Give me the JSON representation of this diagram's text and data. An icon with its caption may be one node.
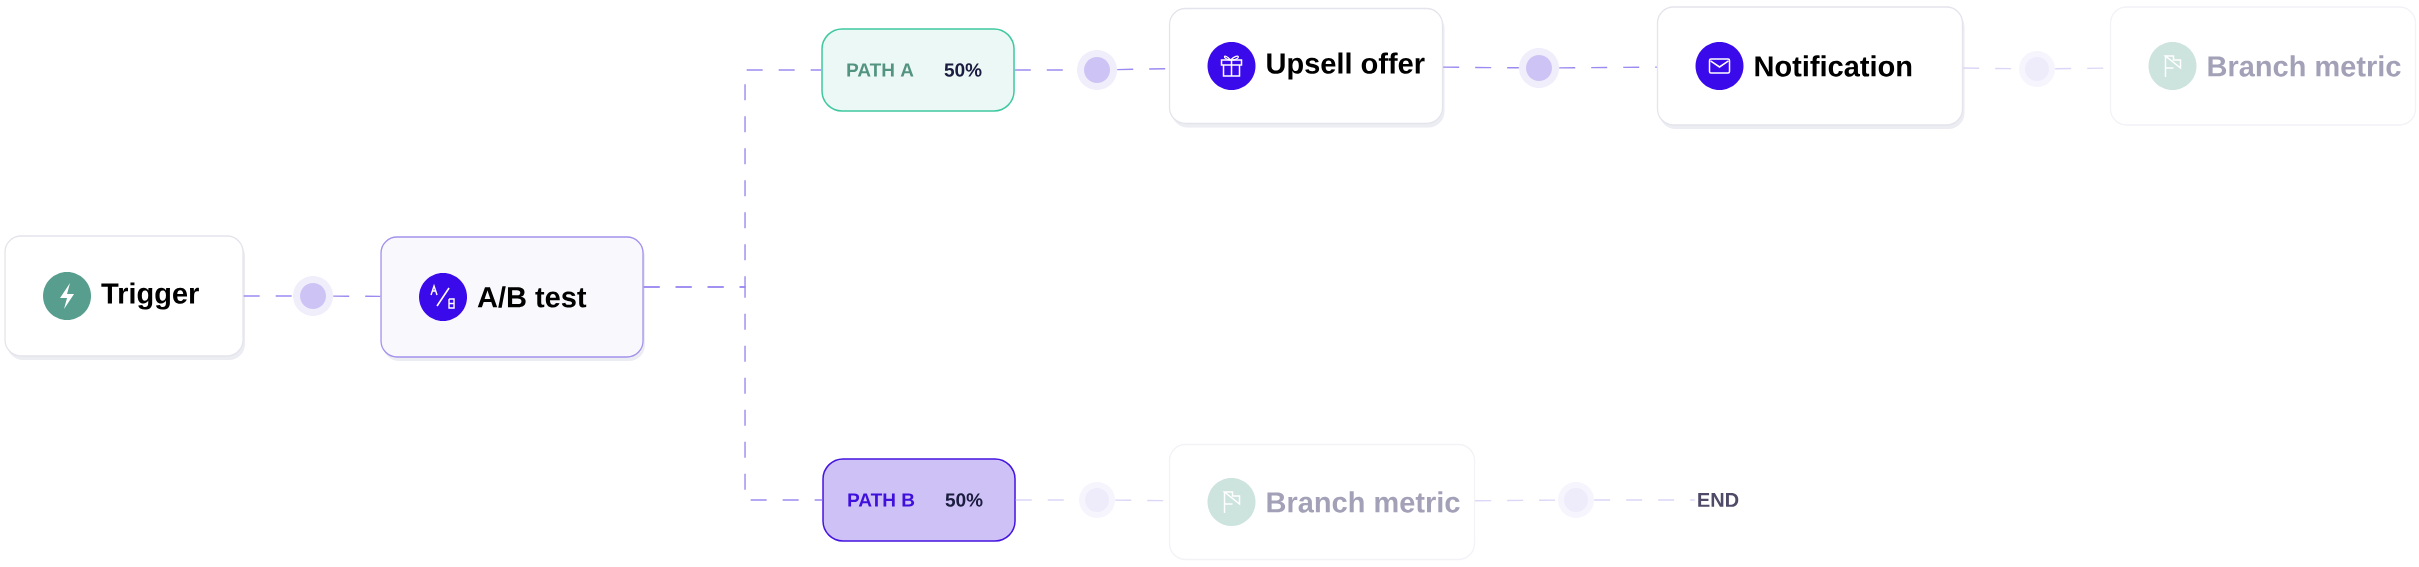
{
  "diagram": {
    "nodes": [
      {
        "text": [
          "Trigger"
        ]
      },
      {
        "text": [],
        "shape": "circle"
      },
      {
        "text": [
          "A/B test"
        ]
      },
      {
        "text": [
          "PATH A",
          "50%"
        ]
      },
      {
        "text": [],
        "shape": "circle"
      },
      {
        "text": [
          "Upsell offer"
        ]
      },
      {
        "text": [],
        "shape": "circle"
      },
      {
        "text": [
          "Notification"
        ]
      },
      {
        "text": [],
        "shape": "circle"
      },
      {
        "text": [
          "Branch metric"
        ]
      },
      {
        "text": [
          "PATH B",
          "50%"
        ]
      },
      {
        "text": [],
        "shape": "circle"
      },
      {
        "text": [
          "Branch metric"
        ]
      },
      {
        "text": [],
        "shape": "circle"
      },
      {
        "text": [
          "END"
        ]
      }
    ],
    "edges": [
      {
        "from": 0,
        "to": 1,
        "arrow": "none"
      },
      {
        "from": 1,
        "to": 2,
        "arrow": "none"
      },
      {
        "from": 2,
        "to": 3,
        "arrow": "none"
      },
      {
        "from": 2,
        "to": 10,
        "arrow": "none"
      },
      {
        "from": 3,
        "to": 4,
        "arrow": "none"
      },
      {
        "from": 4,
        "to": 5,
        "arrow": "none"
      },
      {
        "from": 5,
        "to": 6,
        "arrow": "none"
      },
      {
        "from": 6,
        "to": 7,
        "arrow": "none"
      },
      {
        "from": 7,
        "to": 8,
        "arrow": "none",
        "color": "#dcd6f8"
      },
      {
        "from": 8,
        "to": 9,
        "arrow": "none",
        "color": "#dcd6f8"
      },
      {
        "from": 10,
        "to": 11,
        "arrow": "none",
        "color": "#dcd6f8"
      },
      {
        "from": 11,
        "to": 12,
        "arrow": "none",
        "color": "#dcd6f8"
      },
      {
        "from": 12,
        "to": 13,
        "arrow": "none",
        "color": "#dcd6f8"
      },
      {
        "from": 13,
        "to": 14,
        "arrow": "none",
        "color": "#dcd6f8"
      }
    ]
  }
}
